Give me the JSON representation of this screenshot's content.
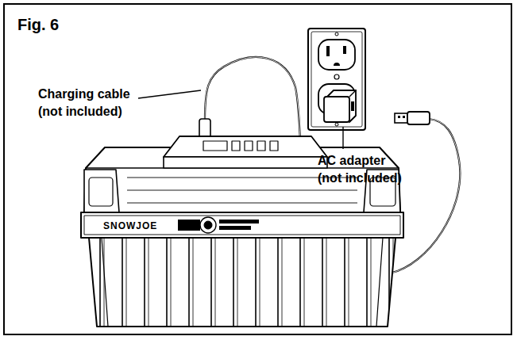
{
  "diagram": {
    "title": "Fig. 6",
    "labels": [
      "Charging cable (not included)",
      "AC adapter (not included)",
      "SNOWJOE"
    ]
  }
}
